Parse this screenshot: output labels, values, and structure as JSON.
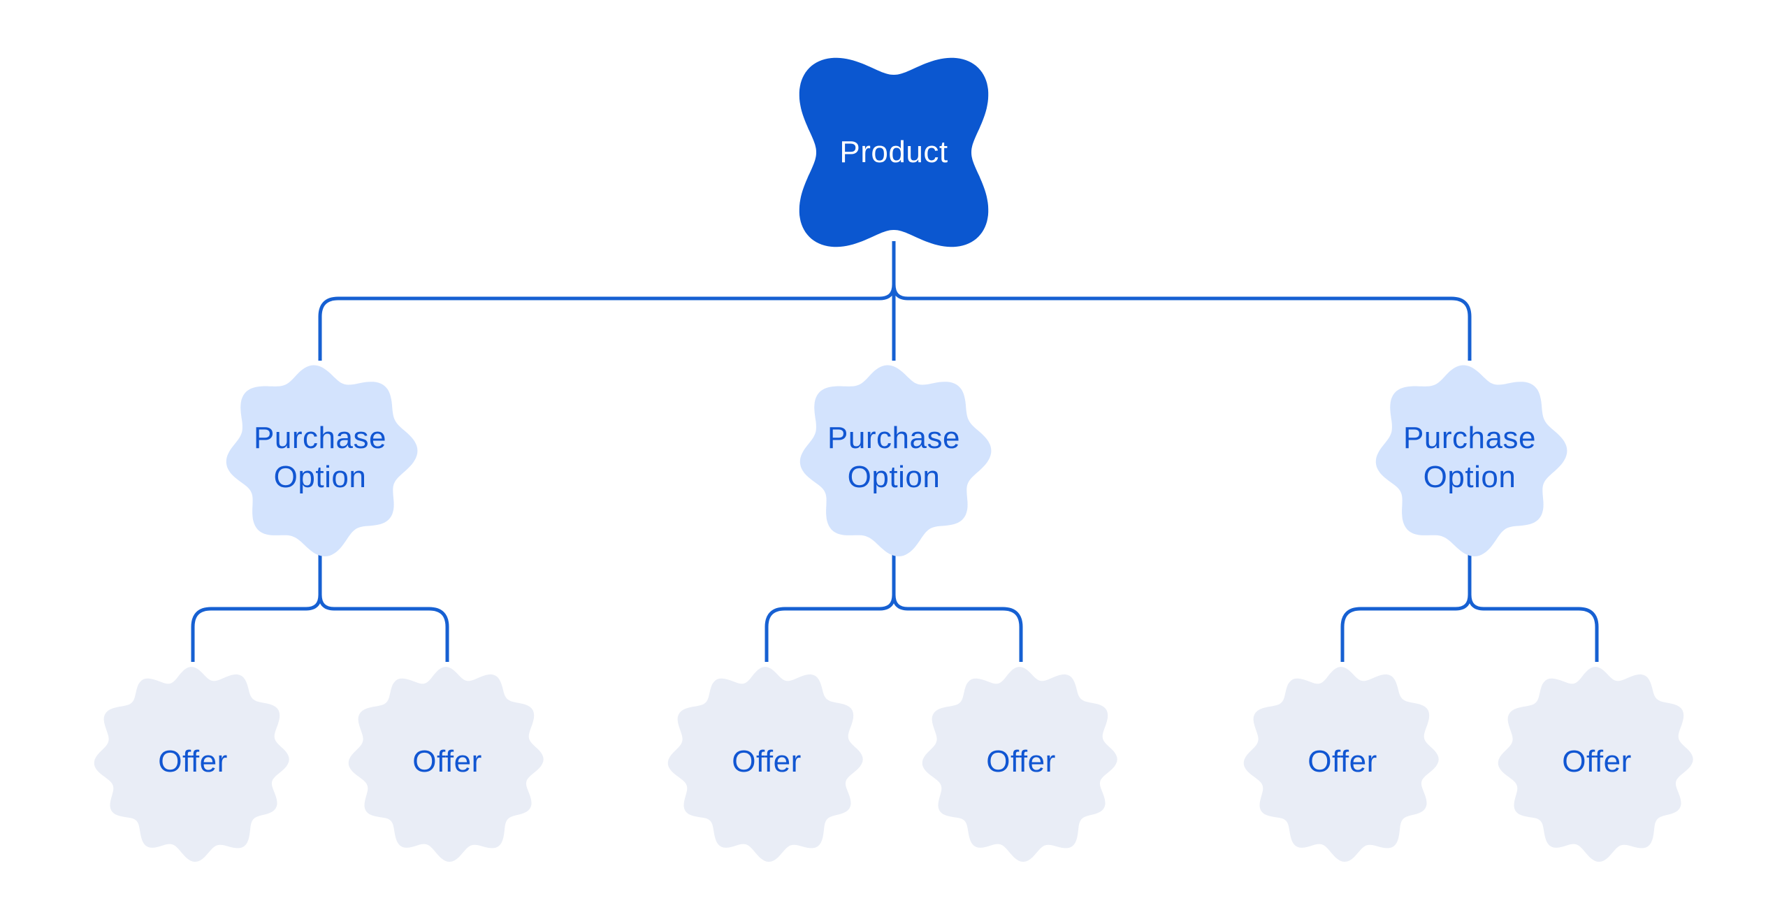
{
  "colors": {
    "background": "#ffffff",
    "connector": "#1660d2",
    "root_fill": "#0b57d0",
    "root_text": "#ffffff",
    "purchase_fill": "#d3e3fd",
    "offer_fill": "#e9edf6",
    "node_text": "#1156d2"
  },
  "tree": {
    "root": {
      "label": "Product"
    },
    "purchase_options": [
      {
        "label": "Purchase Option",
        "offers": [
          "Offer",
          "Offer"
        ]
      },
      {
        "label": "Purchase Option",
        "offers": [
          "Offer",
          "Offer"
        ]
      },
      {
        "label": "Purchase Option",
        "offers": [
          "Offer",
          "Offer"
        ]
      }
    ]
  }
}
